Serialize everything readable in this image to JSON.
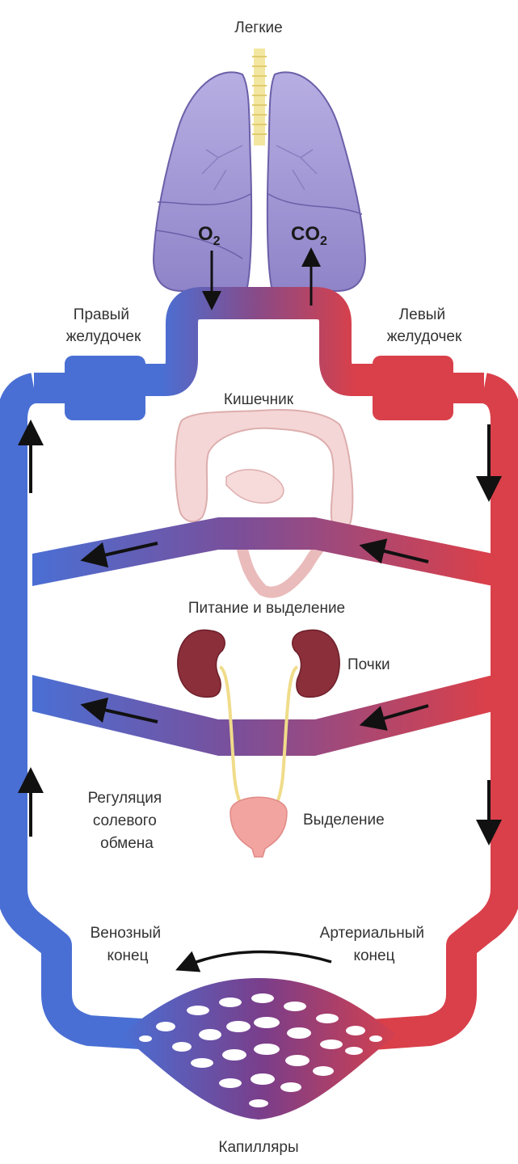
{
  "labels": {
    "lungs": "Легкие",
    "right_ventricle": [
      "Правый",
      "желудочек"
    ],
    "left_ventricle": [
      "Левый",
      "желудочек"
    ],
    "intestine": "Кишечник",
    "nutrition_excretion": "Питание и выделение",
    "kidneys": "Почки",
    "salt_regulation": [
      "Регуляция",
      "солевого",
      "обмена"
    ],
    "excretion": "Выделение",
    "venous_end": [
      "Венозный",
      "конец"
    ],
    "arterial_end": [
      "Артериальный",
      "конец"
    ],
    "capillaries": "Капилляры"
  },
  "gases": {
    "oxygen": {
      "base": "O",
      "sub": "2"
    },
    "carbon_dioxide": {
      "base": "CO",
      "sub": "2"
    }
  },
  "colors": {
    "venous": "#4a6fd4",
    "arterial": "#d9404a",
    "mixed": "#8a4a86",
    "lungs": "#9b8fd0",
    "intestine": "#f0c8c8",
    "kidney": "#8b2f3a",
    "ureter": "#f0dc8a",
    "bladder": "#f2a4a0",
    "arrow": "#111111"
  },
  "icons": {
    "flow_arrow": "arrow-icon",
    "lungs": "lungs-icon",
    "intestine": "intestine-icon",
    "kidneys": "kidney-icon",
    "bladder": "bladder-icon",
    "capillary_network": "capillary-network-icon"
  }
}
